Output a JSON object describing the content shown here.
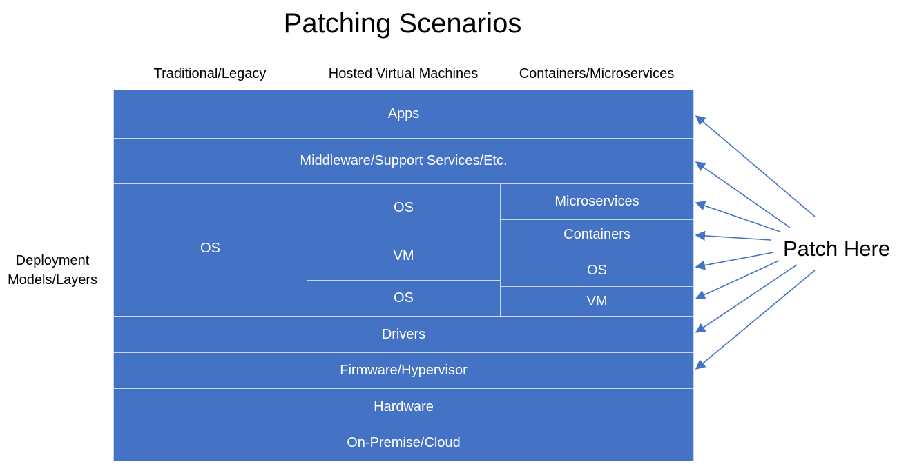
{
  "title": "Patching Scenarios",
  "columns": [
    "Traditional/Legacy",
    "Hosted Virtual Machines",
    "Containers/Microservices"
  ],
  "side_label": [
    "Deployment",
    "Models/Layers"
  ],
  "patch_label": "Patch Here",
  "layers": {
    "apps": "Apps",
    "middleware": "Middleware/Support Services/Etc.",
    "traditional_os": "OS",
    "vm_guest_os": "OS",
    "vm": "VM",
    "vm_host_os": "OS",
    "microservices": "Microservices",
    "containers": "Containers",
    "container_os": "OS",
    "container_vm": "VM",
    "drivers": "Drivers",
    "firmware": "Firmware/Hypervisor",
    "hardware": "Hardware",
    "platform": "On-Premise/Cloud"
  },
  "colors": {
    "layer_fill": "#4472c4",
    "layer_text": "#ffffff",
    "arrow": "#4472c4"
  }
}
